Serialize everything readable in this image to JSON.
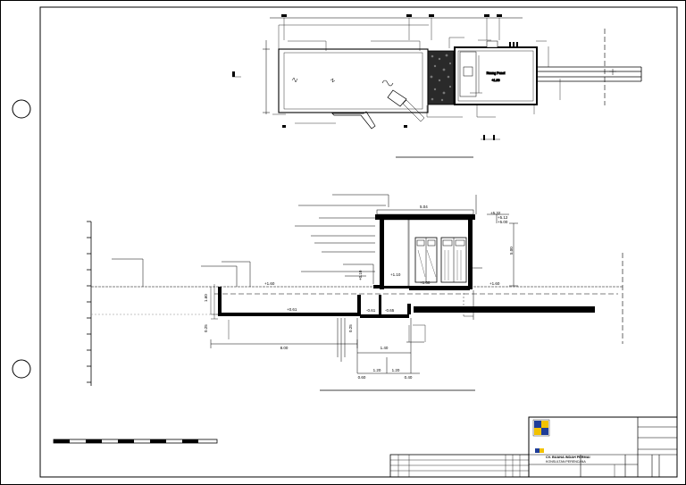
{
  "plan": {
    "room_label": "Ruang Panel",
    "room_level": "+1.00"
  },
  "section": {
    "levels": {
      "roof_top": "+5.32",
      "roof_2": "+5.12",
      "roof_3": "+5.00",
      "canopy": "5.04",
      "height": "5.00",
      "ground_left": "+1.60",
      "ground_center": "+1.60",
      "ground_right": "+1.60",
      "floor": "+1.10",
      "step": "+0.10",
      "pit_left": "+0.61",
      "pit_center": "-0.61",
      "pit_right": "-0.65",
      "side_a": "0.25",
      "side_b": "0.25",
      "side_c": "1.60"
    },
    "dims": {
      "span_main": "8.00",
      "span_b": "1.40",
      "d1": "1.20",
      "d2": "1.20",
      "d3": "0.60",
      "d4": "0.40"
    }
  },
  "title_block": {
    "company": "CV. BUANA INDAH PERMAI",
    "company_sub": "KONSULTAN PERENCANA"
  }
}
